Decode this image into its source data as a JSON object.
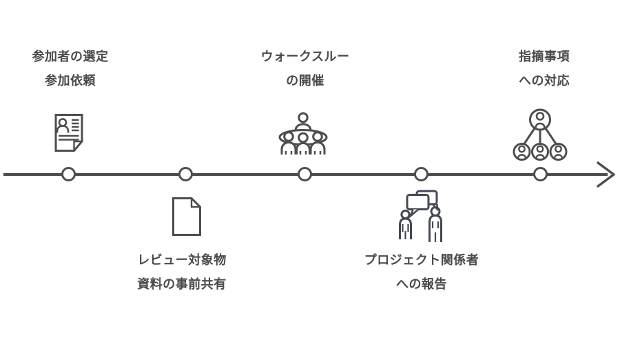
{
  "diagram": {
    "type": "timeline",
    "background": "#ffffff",
    "line_color": "#4d4d4d",
    "text_color": "#4a4a4a",
    "chat_icon_color": "#434853",
    "node_count": 5,
    "arrow_direction": "right"
  },
  "milestones": [
    {
      "label_lines": [
        "参加者の選定",
        "参加依頼"
      ],
      "icon": "resume-document-icon",
      "side": "above"
    },
    {
      "label_lines": [
        "レビュー対象物",
        "資料の事前共有"
      ],
      "icon": "blank-document-icon",
      "side": "below"
    },
    {
      "label_lines": [
        "ウォークスルー",
        "の開催"
      ],
      "icon": "meeting-presentation-icon",
      "side": "above"
    },
    {
      "label_lines": [
        "プロジェクト関係者",
        "への報告"
      ],
      "icon": "people-discussion-icon",
      "side": "below"
    },
    {
      "label_lines": [
        "指摘事項",
        "への対応"
      ],
      "icon": "org-hierarchy-icon",
      "side": "above"
    }
  ]
}
